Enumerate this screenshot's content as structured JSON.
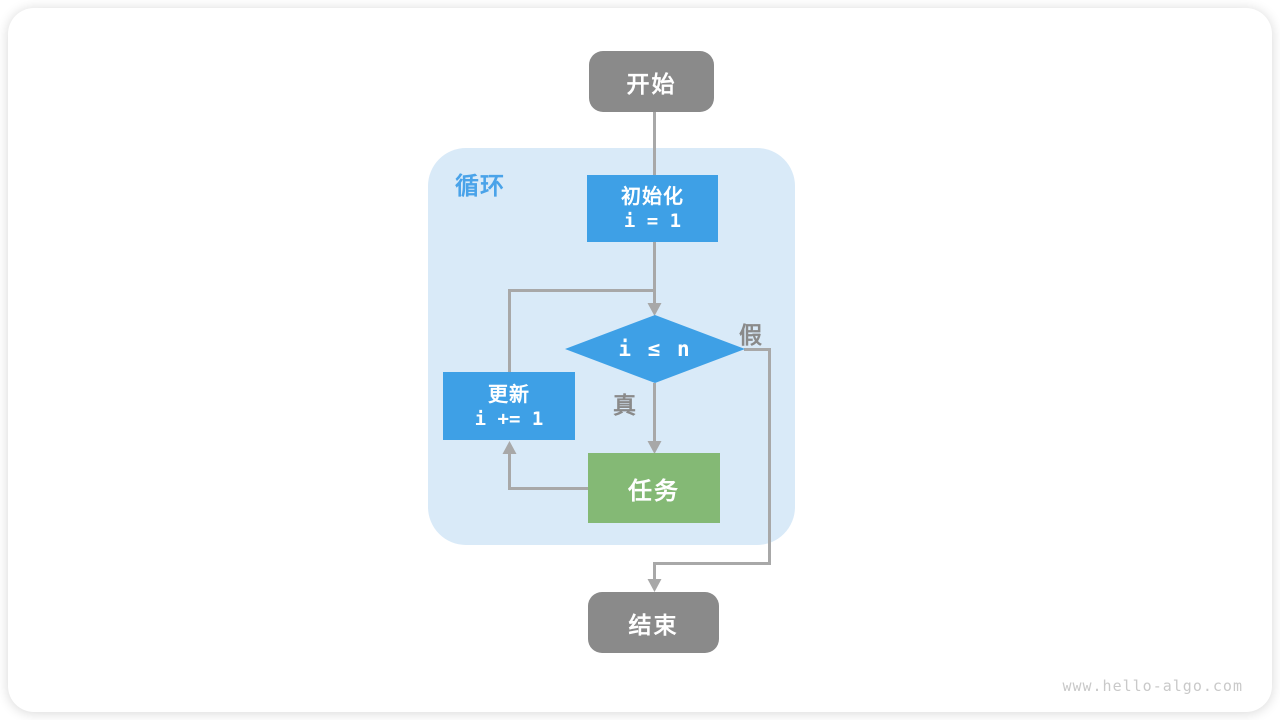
{
  "diagram": {
    "type": "flowchart",
    "nodes": {
      "start": {
        "label": "开始",
        "shape": "rounded-rect",
        "color_role": "gray"
      },
      "loop_container": {
        "label": "循环",
        "shape": "rounded-region",
        "color_role": "light-blue"
      },
      "init": {
        "title": "初始化",
        "code": "i = 1",
        "shape": "rect",
        "color_role": "blue"
      },
      "condition": {
        "code": "i ≤ n",
        "shape": "diamond",
        "color_role": "blue"
      },
      "update": {
        "title": "更新",
        "code": "i += 1",
        "shape": "rect",
        "color_role": "blue"
      },
      "task": {
        "label": "任务",
        "shape": "rect",
        "color_role": "green"
      },
      "end": {
        "label": "结束",
        "shape": "rounded-rect",
        "color_role": "gray"
      }
    },
    "edges": [
      {
        "from": "start",
        "to": "condition",
        "label": ""
      },
      {
        "from": "init",
        "to": "condition",
        "label": ""
      },
      {
        "from": "condition",
        "to": "task",
        "label": "真"
      },
      {
        "from": "task",
        "to": "update",
        "label": ""
      },
      {
        "from": "update",
        "to": "condition",
        "label": ""
      },
      {
        "from": "condition",
        "to": "end",
        "label": "假"
      }
    ],
    "edge_labels": {
      "true": "真",
      "false": "假"
    },
    "watermark": "www.hello-algo.com"
  },
  "colors": {
    "blue": "#3EA0E6",
    "green": "#84B975",
    "gray": "#8A8A8A",
    "container": "#D9EAF8",
    "line": "#A8A8A8",
    "loop_label": "#4AA3E9",
    "edge_label": "#8A8A8A",
    "watermark": "#C9C9C9",
    "card_bg": "#FFFFFF"
  }
}
